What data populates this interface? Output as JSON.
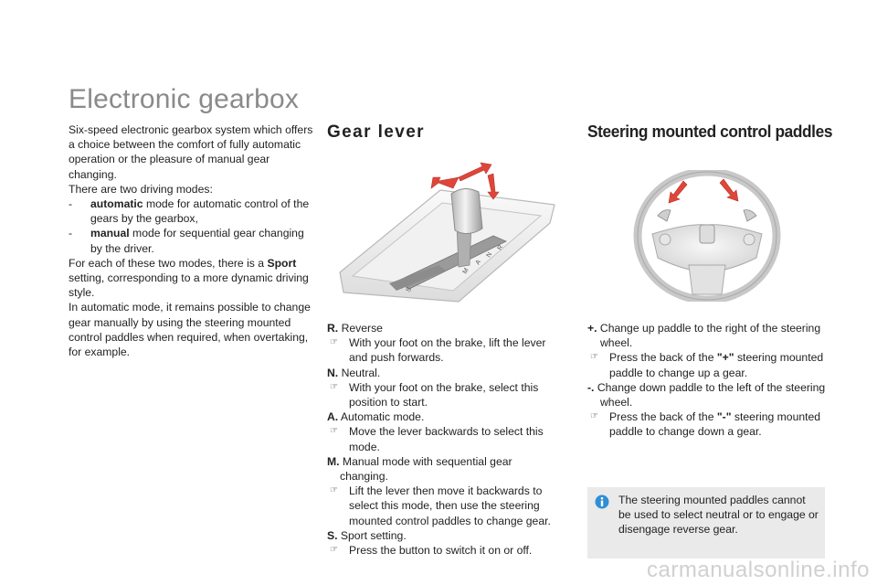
{
  "page": {
    "title": "Electronic gearbox"
  },
  "intro": {
    "p1": "Six-speed electronic gearbox system which offers a choice between the comfort of fully automatic operation or the pleasure of manual gear changing.",
    "p2": "There are two driving modes:",
    "modes": [
      {
        "dash": "-",
        "bold": "automatic",
        "rest": " mode for automatic control of the gears by the gearbox,"
      },
      {
        "dash": "-",
        "bold": "manual",
        "rest": " mode for sequential gear changing by the driver."
      }
    ],
    "p3_a": "For each of these two modes, there is a ",
    "p3_bold": "Sport",
    "p3_b": " setting, corresponding to a more dynamic driving style.",
    "p4": "In automatic mode, it remains possible to change gear manually by using the steering mounted control paddles when required, when overtaking, for example."
  },
  "gear_lever": {
    "title": "Gear lever",
    "gate_letters": [
      "S",
      "M",
      "A",
      "N",
      "R"
    ],
    "items": [
      {
        "key": "R.",
        "label": " Reverse",
        "bullet": "With your foot on the brake, lift the lever and push forwards."
      },
      {
        "key": "N.",
        "label": " Neutral.",
        "bullet": "With your foot on the brake, select this position to start."
      },
      {
        "key": "A.",
        "label": " Automatic mode.",
        "bullet": "Move the lever backwards to select this mode."
      },
      {
        "key": "M.",
        "label": " Manual mode with sequential gear changing.",
        "bullet": "Lift the lever then move it backwards to select this mode, then use the steering mounted control paddles to change gear."
      },
      {
        "key": "S.",
        "label": " Sport setting.",
        "bullet": "Press the button to switch it on or off."
      }
    ]
  },
  "paddles": {
    "title": "Steering mounted control paddles",
    "items": [
      {
        "key": "+.",
        "label": " Change up paddle to the right of the steering wheel.",
        "b1": "Press the back of the ",
        "bkey": "\"+\"",
        "b2": " steering mounted paddle to change up a gear."
      },
      {
        "key": "-.",
        "label": " Change down paddle to the left of the steering wheel.",
        "b1": "Press the back of the ",
        "bkey": "\"-\"",
        "b2": " steering mounted paddle to change down a gear."
      }
    ]
  },
  "info": {
    "text": "The steering mounted paddles cannot be used to select neutral or to engage or disengage reverse gear."
  },
  "watermark": "carmanualsonline.info",
  "colors": {
    "arrow_red": "#e0453a",
    "title_grey": "#8a8a8a",
    "info_bg": "#eaeaea",
    "info_icon": "#2f8fd6"
  },
  "icons": {
    "bullet": "right-pointing-finger",
    "info": "info-icon"
  }
}
